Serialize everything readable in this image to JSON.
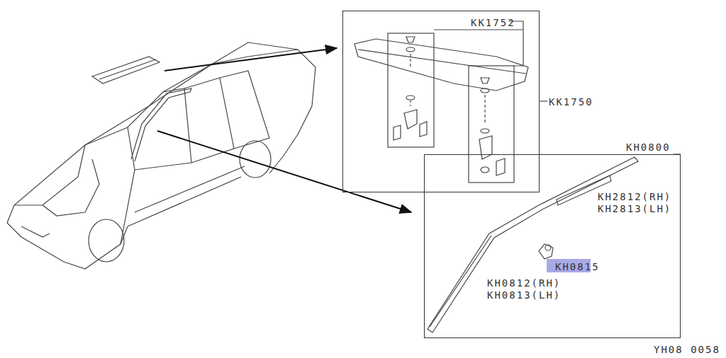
{
  "diagram": {
    "nodes": [
      {
        "text": [
          "KK1752",
          "KK1750"
        ]
      },
      {
        "text": [
          "KH0800",
          "KH2812(RH)",
          "KH2813(LH)",
          "KH0815",
          "KH0812(RH)",
          "KH0813(LH)"
        ]
      }
    ],
    "labels": [
      "YH08 0058"
    ]
  }
}
